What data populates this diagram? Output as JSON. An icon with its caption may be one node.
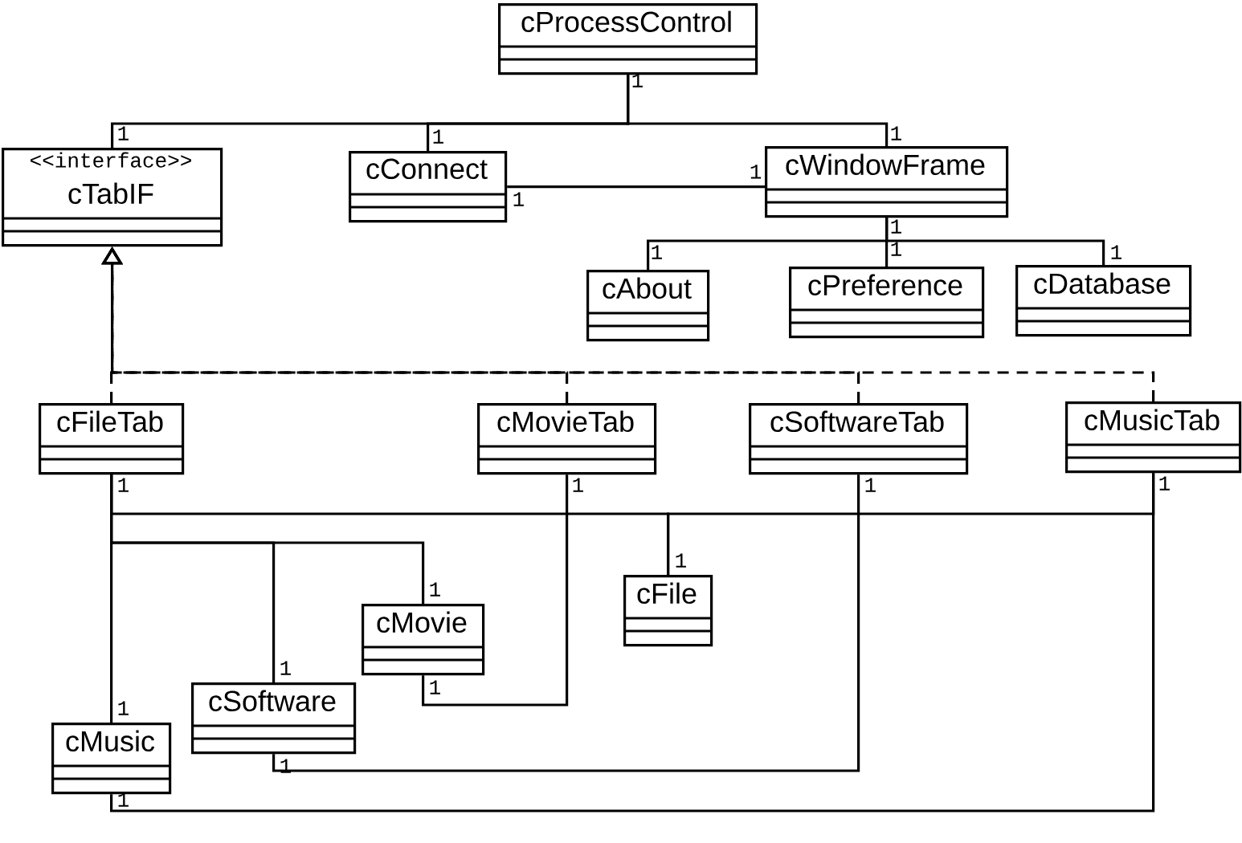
{
  "diagram": {
    "nodes": [
      {
        "text": [
          "cProcessControl"
        ]
      },
      {
        "text": [
          "<<interface>>",
          "cTabIF"
        ]
      },
      {
        "text": [
          "cConnect"
        ]
      },
      {
        "text": [
          "cWindowFrame"
        ]
      },
      {
        "text": [
          "cAbout"
        ]
      },
      {
        "text": [
          "cPreference"
        ]
      },
      {
        "text": [
          "cDatabase"
        ]
      },
      {
        "text": [
          "cFileTab"
        ]
      },
      {
        "text": [
          "cMovieTab"
        ]
      },
      {
        "text": [
          "cSoftwareTab"
        ]
      },
      {
        "text": [
          "cMusicTab"
        ]
      },
      {
        "text": [
          "cFile"
        ]
      },
      {
        "text": [
          "cMovie"
        ]
      },
      {
        "text": [
          "cSoftware"
        ]
      },
      {
        "text": [
          "cMusic"
        ]
      }
    ],
    "edges": [
      {
        "from": 0,
        "to": 1,
        "arrow": "none"
      },
      {
        "from": 0,
        "to": 2,
        "arrow": "none"
      },
      {
        "from": 0,
        "to": 3,
        "arrow": "none"
      },
      {
        "from": 2,
        "to": 3,
        "arrow": "none"
      },
      {
        "from": 3,
        "to": 4,
        "arrow": "none"
      },
      {
        "from": 3,
        "to": 5,
        "arrow": "none"
      },
      {
        "from": 3,
        "to": 6,
        "arrow": "none"
      },
      {
        "from": 7,
        "to": 1,
        "arrow": "to",
        "style": "dashed"
      },
      {
        "from": 8,
        "to": 1,
        "arrow": "to",
        "style": "dashed"
      },
      {
        "from": 9,
        "to": 1,
        "arrow": "to",
        "style": "dashed"
      },
      {
        "from": 10,
        "to": 1,
        "arrow": "to",
        "style": "dashed"
      },
      {
        "from": 7,
        "to": 11,
        "arrow": "none"
      },
      {
        "from": 10,
        "to": 11,
        "arrow": "none"
      },
      {
        "from": 7,
        "to": 14,
        "arrow": "none"
      },
      {
        "from": 7,
        "to": 13,
        "arrow": "none"
      },
      {
        "from": 7,
        "to": 12,
        "arrow": "none"
      },
      {
        "from": 8,
        "to": 12,
        "arrow": "none"
      },
      {
        "from": 9,
        "to": 13,
        "arrow": "none"
      },
      {
        "from": 10,
        "to": 14,
        "arrow": "none"
      }
    ],
    "labels": [
      "1",
      "1",
      "1",
      "1",
      "1",
      "1",
      "1",
      "1",
      "1",
      "1",
      "1",
      "1",
      "1",
      "1",
      "1",
      "1",
      "1",
      "1",
      "1",
      "1",
      "1"
    ]
  }
}
